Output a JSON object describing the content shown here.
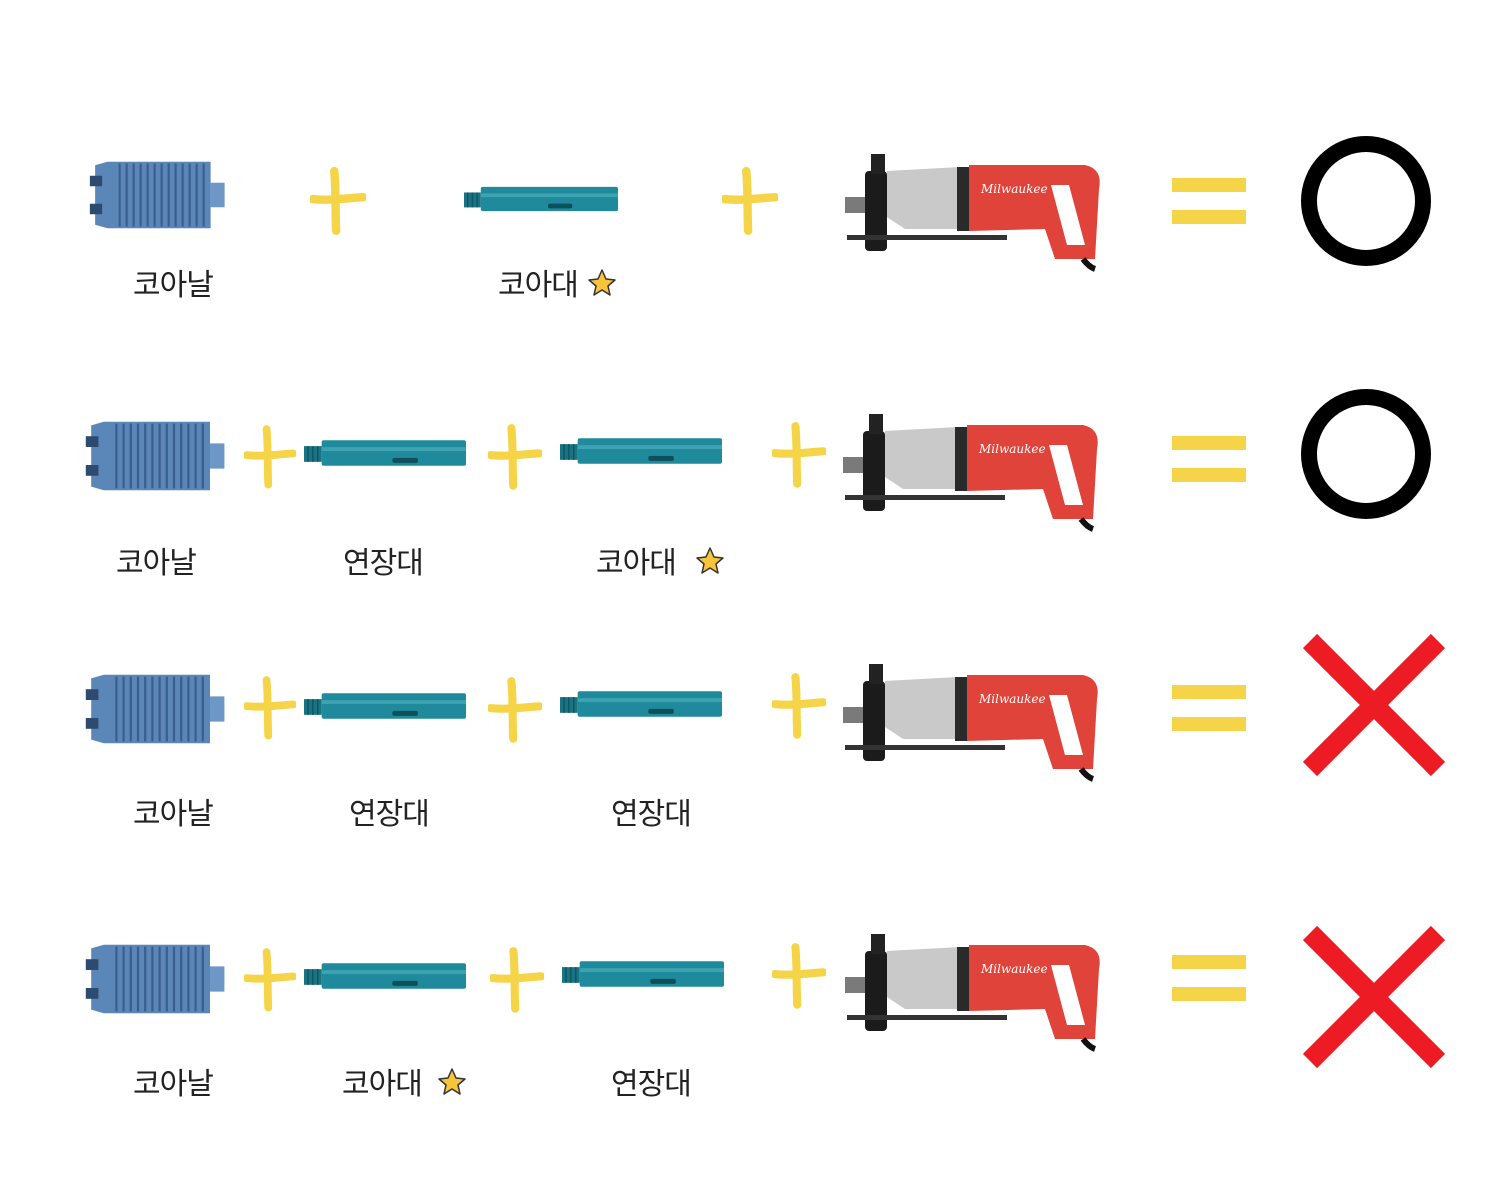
{
  "colors": {
    "plus": "#f5d547",
    "equals": "#f5d547",
    "ok": "#000000",
    "no": "#ed1c24",
    "star": "#f8c43a",
    "corebit": "#5b86b8",
    "rod": "#1f8a9c",
    "drill_body": "#e0433a"
  },
  "rows": [
    {
      "result": "ok",
      "result_icon": "circle-o-icon",
      "items": [
        {
          "label": "코아날",
          "icon": "core-bit-icon",
          "star": false
        },
        {
          "label": "코아대",
          "icon": "core-rod-icon",
          "star": true
        }
      ],
      "tool": "Milwaukee"
    },
    {
      "result": "ok",
      "result_icon": "circle-o-icon",
      "items": [
        {
          "label": "코아날",
          "icon": "core-bit-icon",
          "star": false
        },
        {
          "label": "연장대",
          "icon": "extension-rod-icon",
          "star": false
        },
        {
          "label": "코아대",
          "icon": "core-rod-icon",
          "star": true
        }
      ],
      "tool": "Milwaukee"
    },
    {
      "result": "no",
      "result_icon": "cross-x-icon",
      "items": [
        {
          "label": "코아날",
          "icon": "core-bit-icon",
          "star": false
        },
        {
          "label": "연장대",
          "icon": "extension-rod-icon",
          "star": false
        },
        {
          "label": "연장대",
          "icon": "extension-rod-icon",
          "star": false
        }
      ],
      "tool": "Milwaukee"
    },
    {
      "result": "no",
      "result_icon": "cross-x-icon",
      "items": [
        {
          "label": "코아날",
          "icon": "core-bit-icon",
          "star": false
        },
        {
          "label": "코아대",
          "icon": "core-rod-icon",
          "star": true
        },
        {
          "label": "연장대",
          "icon": "extension-rod-icon",
          "star": false
        }
      ],
      "tool": "Milwaukee"
    }
  ]
}
